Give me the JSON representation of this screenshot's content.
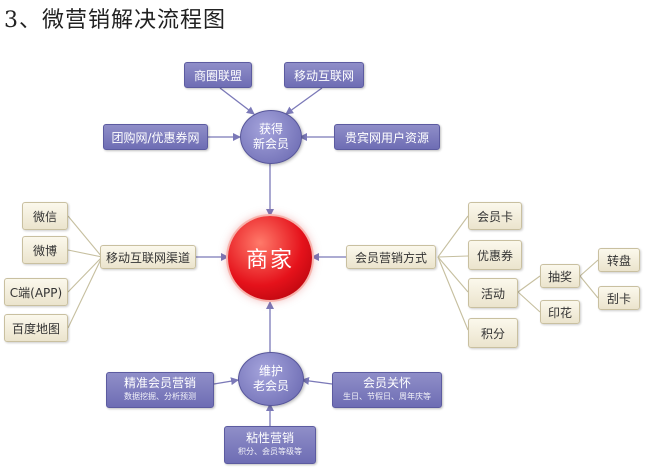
{
  "title": "3、微营销解决流程图",
  "hub": "商家",
  "top": {
    "circle_line1": "获得",
    "circle_line2": "新会员",
    "sources": [
      "商圈联盟",
      "移动互联网",
      "团购网/优惠券网",
      "贵宾网用户资源"
    ]
  },
  "left": {
    "hub_label": "移动互联网渠道",
    "items": [
      "微信",
      "微博",
      "C端(APP)",
      "百度地图"
    ]
  },
  "right": {
    "hub_label": "会员营销方式",
    "items": [
      "会员卡",
      "优惠券",
      "活动",
      "积分"
    ],
    "activity_sub": [
      "抽奖",
      "印花"
    ],
    "lottery_sub": [
      "转盘",
      "刮卡"
    ]
  },
  "bottom": {
    "circle_line1": "维护",
    "circle_line2": "老会员",
    "precise": {
      "label": "精准会员营销",
      "sub": "数据挖掘、分析预测"
    },
    "care": {
      "label": "会员关怀",
      "sub": "生日、节假日、周年庆等"
    },
    "sticky": {
      "label": "粘性营销",
      "sub": "积分、会员等级等"
    }
  },
  "colors": {
    "purple": "#7978bd",
    "beige": "#f3eedb",
    "hub_red": "#e5121b",
    "connector": "#7b79b8"
  }
}
